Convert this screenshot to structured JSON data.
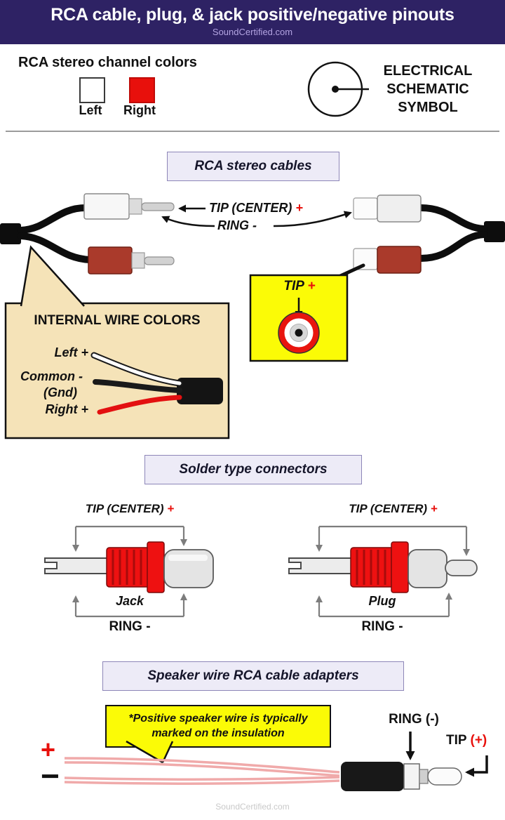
{
  "header": {
    "title": "RCA cable, plug, & jack positive/negative pinouts",
    "site": "SoundCertified.com"
  },
  "legend": {
    "title": "RCA stereo channel colors",
    "left_label": "Left",
    "right_label": "Right"
  },
  "schematic": {
    "label": "ELECTRICAL SCHEMATIC SYMBOL"
  },
  "cables": {
    "section_title": "RCA stereo cables",
    "tip_label": "TIP (CENTER)",
    "tip_plus": "+",
    "ring_label": "RING -",
    "callout_tip": "TIP",
    "callout_plus": "+",
    "internal": {
      "title": "INTERNAL WIRE COLORS",
      "left_wire": "Left +",
      "common_wire": "Common -",
      "gnd": "(Gnd)",
      "right_wire": "Right +"
    }
  },
  "solder": {
    "section_title": "Solder type connectors",
    "tip_label": "TIP (CENTER)",
    "tip_plus": "+",
    "ring_label": "RING -",
    "jack_label": "Jack",
    "plug_label": "Plug"
  },
  "adapters": {
    "section_title": "Speaker wire RCA cable adapters",
    "note_line1": "*Positive speaker wire is typically",
    "note_line2": "marked on the insulation",
    "plus_sign": "+",
    "minus_sign": "−",
    "ring_label": "RING (-)",
    "tip_label": "TIP",
    "tip_plus": "(+)"
  },
  "footer": {
    "site": "SoundCertified.com"
  },
  "colors": {
    "header_bg": "#2e2264",
    "accent_red": "#e8100c",
    "callout_yellow": "#fbfb06",
    "wire_box_beige": "#f5e3b8",
    "section_box_bg": "#edebf7",
    "section_box_border": "#8d86b8"
  }
}
